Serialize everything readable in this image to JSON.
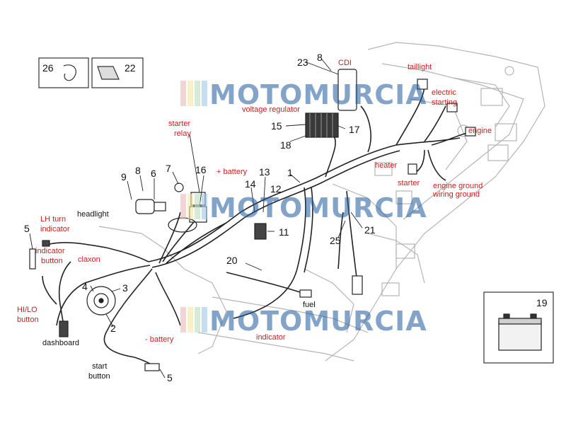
{
  "watermark": "MOTOMURCIA",
  "colors": {
    "label_red": "#cc1f1f",
    "line": "#222222",
    "frame": "#b5b5b5",
    "watermark": "#1e5a9a"
  },
  "numbers": {
    "n1": "1",
    "n2": "2",
    "n3": "3",
    "n4": "4",
    "n5a": "5",
    "n5b": "5",
    "n6": "6",
    "n7": "7",
    "n8a": "8",
    "n8b": "8",
    "n9": "9",
    "n11": "11",
    "n12": "12",
    "n13": "13",
    "n14": "14",
    "n15": "15",
    "n16": "16",
    "n17": "17",
    "n18": "18",
    "n19": "19",
    "n20": "20",
    "n21": "21",
    "n22": "22",
    "n23": "23",
    "n25": "25",
    "n26": "26"
  },
  "labels": {
    "cdi": "CDI",
    "voltage_regulator": "voltage regulator",
    "taillight": "taillight",
    "electric_starting_1": "electric",
    "electric_starting_2": "starting",
    "engine": "engine",
    "heater": "heater",
    "starter": "starter",
    "engine_ground_1": "engine ground",
    "engine_ground_2": "wiring ground",
    "starter_relay_1": "starter",
    "starter_relay_2": "relay",
    "plus_battery": "+ battery",
    "headlight": "headlight",
    "lh_turn_1": "LH turn",
    "lh_turn_2": "indicator",
    "indicator_button_1": "indicator",
    "indicator_button_2": "button",
    "claxon": "claxon",
    "hilo_1": "HI/LO",
    "hilo_2": "button",
    "dashboard": "dashboard",
    "start_button_1": "start",
    "start_button_2": "button",
    "minus_battery": "- battery",
    "fuel": "fuel",
    "indicator": "indicator"
  }
}
